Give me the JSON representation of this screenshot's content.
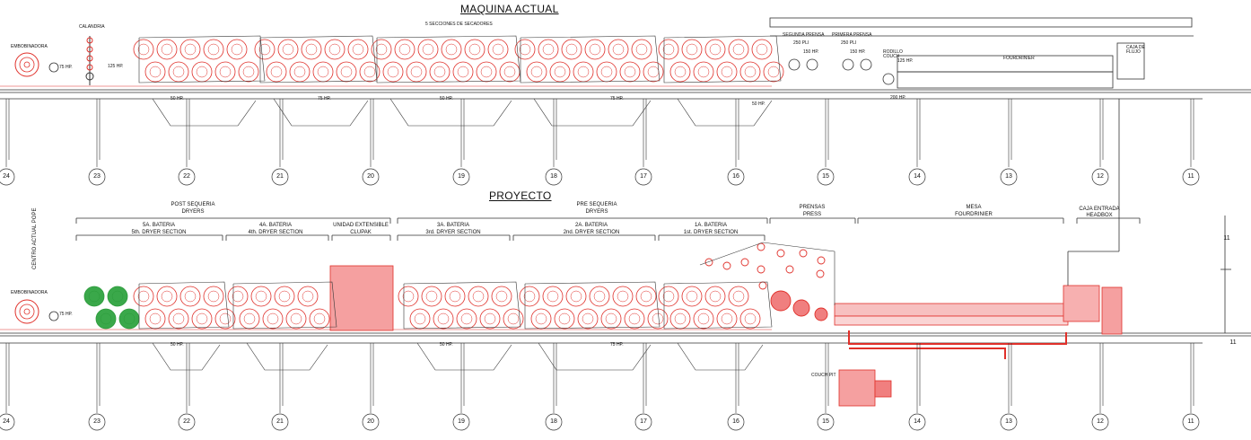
{
  "top": {
    "title": "MAQUINA ACTUAL",
    "dryer_sections_label": "5 SECCIONES DE SECADORES",
    "embobinadora": "EMBOBINADORA",
    "calandria": "CALANDRIA",
    "hp_75": "75 HP.",
    "hp_125": "125 HP.",
    "hp_50": "50 HP.",
    "hp_75b": "75 HP.",
    "hp_150": "150 HP.",
    "hp_200": "200 HP.",
    "hp_125b": "125 HP.",
    "segunda_prensa": "SEGUNDA PRENSA",
    "primera_prensa": "PRIMERA PRENSA",
    "pli_250a": "250 PLI",
    "pli_250b": "250 PLI",
    "rodillo_couch": "RODILLO COUCH",
    "fourdrinier": "FOURDRINIER",
    "caja_de_flujo": "CAJA DE FLUJO"
  },
  "bottom": {
    "title": "PROYECTO",
    "centro_actual_pope": "CENTRO ACTUAL POPE",
    "embobinadora": "EMBOBINADORA",
    "post_sequeria": "POST SEQUERIA",
    "post_dryers": "DRYERS",
    "pre_sequeria": "PRE SEQUERIA",
    "pre_dryers": "DRYERS",
    "prensas": "PRENSAS",
    "press": "PRESS",
    "mesa": "MESA",
    "mesa_fourdrinier": "FOURDRINIER",
    "caja_entrada": "CAJA ENTRADA",
    "headbox": "HEADBOX",
    "unidad_extensible": "UNIDAD EXTENSIBLE",
    "clupak": "CLUPAK",
    "couch_pit": "COUCH PIT",
    "sections": [
      {
        "es": "5A. BATERIA",
        "en": "5th. DRYER SECTION"
      },
      {
        "es": "4A. BATERIA",
        "en": "4th. DRYER SECTION"
      },
      {
        "es": "3A. BATERIA",
        "en": "3rd. DRYER SECTION"
      },
      {
        "es": "2A. BATERIA",
        "en": "2nd. DRYER SECTION"
      },
      {
        "es": "1A. BATERIA",
        "en": "1st. DRYER SECTION"
      }
    ],
    "hp_75": "75 HP.",
    "hp_50": "50 HP.",
    "hp_75b": "75 HP."
  },
  "axis_labels": [
    "24",
    "23",
    "22",
    "21",
    "20",
    "19",
    "18",
    "17",
    "16",
    "15",
    "14",
    "13",
    "12",
    "11"
  ],
  "side_label": "11",
  "colors": {
    "line": "#333333",
    "red": "#e0302a",
    "pink": "#f07f7f",
    "green": "#2b9a3a"
  }
}
